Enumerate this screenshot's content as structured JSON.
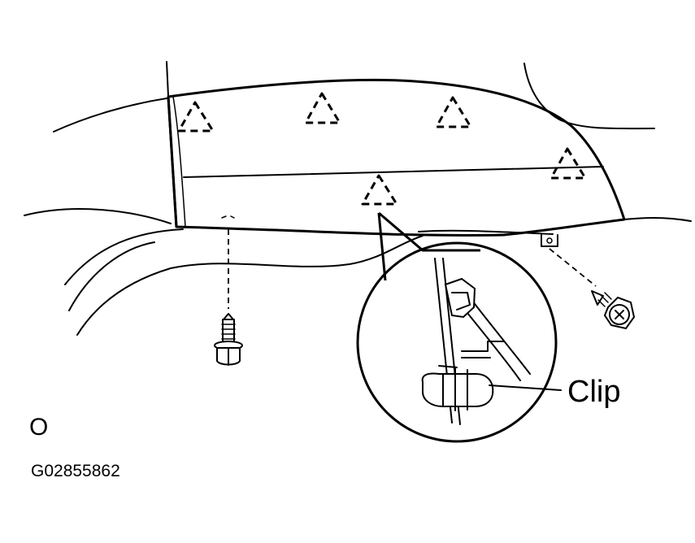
{
  "labels": {
    "clip": "Clip",
    "mark": "O",
    "figure_code": "G02855862"
  },
  "icons": {
    "screw_left": "tapping-screw-icon",
    "screw_right": "hex-bolt-icon",
    "clip_marks": "dashed-triangle-clip-icon"
  },
  "colors": {
    "line": "#000000",
    "background": "#ffffff"
  }
}
